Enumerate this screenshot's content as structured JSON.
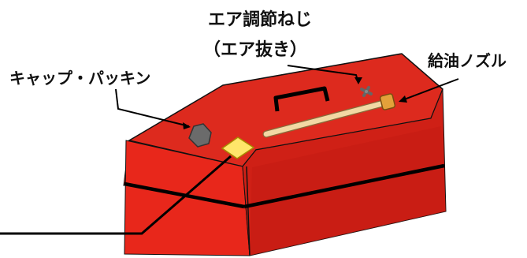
{
  "labels": {
    "air_screw": "エア調節ねじ",
    "air_release": "（エア抜き）",
    "cap_packing": "キャップ・パッキン",
    "fuel_nozzle": "給油ノズル"
  },
  "colors": {
    "tank_top": "#dd2a1e",
    "tank_front": "#e8271b",
    "tank_side": "#c81c14",
    "outline": "#111111",
    "nozzle": "#f2d8a4",
    "nozzle_tip": "#e3a13a",
    "cap": "#6b6b6b",
    "label_plate": "#ffe66a"
  },
  "icons": {
    "cap": "hexagon-cap-icon",
    "air_screw": "plus-screw-icon",
    "nozzle": "fuel-nozzle-icon",
    "plate": "label-plate-icon",
    "handle": "carry-handle-icon"
  }
}
